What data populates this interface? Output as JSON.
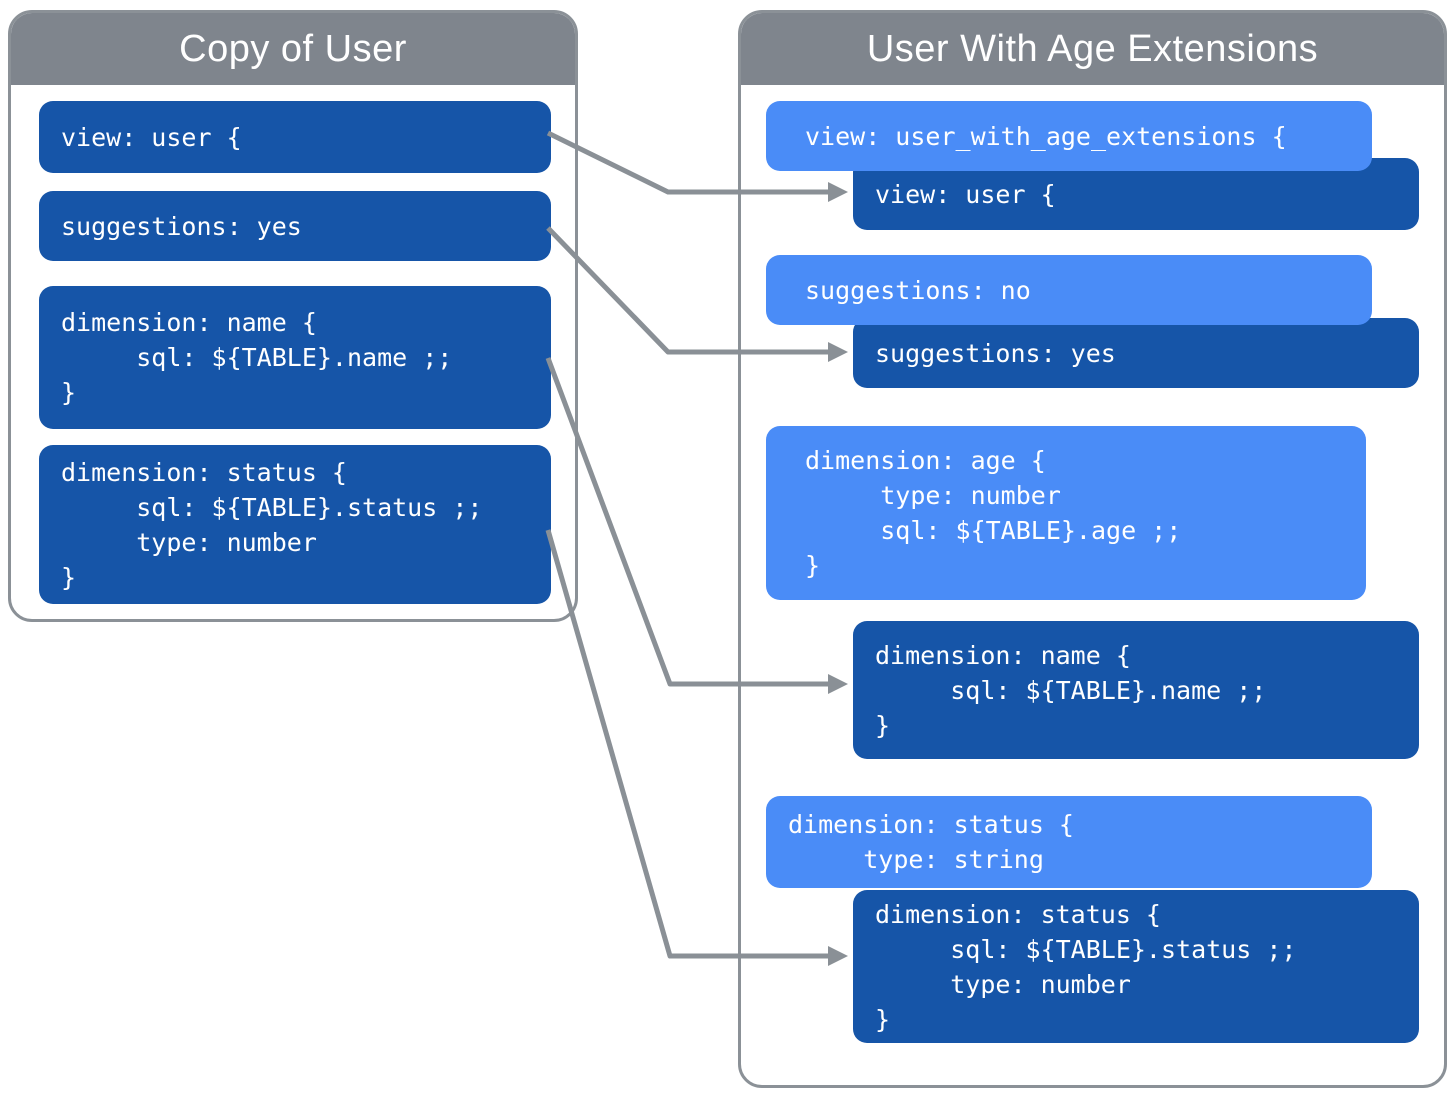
{
  "left_panel": {
    "title": "Copy of User",
    "blocks": {
      "view": "view: user {",
      "suggestions": "suggestions: yes",
      "dimension_name": "dimension: name {\n     sql: ${TABLE}.name ;;\n}",
      "dimension_status": "dimension: status {\n     sql: ${TABLE}.status ;;\n     type: number\n}"
    }
  },
  "right_panel": {
    "title": "User With Age Extensions",
    "blocks": {
      "view_extended": "view: user_with_age_extensions {",
      "view_inherited": "view: user {",
      "suggestions_override": "suggestions: no",
      "suggestions_inherited": "suggestions: yes",
      "dimension_age": "dimension: age {\n     type: number\n     sql: ${TABLE}.age ;;\n}",
      "dimension_name_inherited": "dimension: name {\n     sql: ${TABLE}.name ;;\n}",
      "dimension_status_override": "dimension: status {\n     type: string",
      "dimension_status_inherited": "dimension: status {\n     sql: ${TABLE}.status ;;\n     type: number\n}"
    }
  },
  "connectors": [
    {
      "from": "view",
      "to": "view_inherited"
    },
    {
      "from": "suggestions",
      "to": "suggestions_inherited"
    },
    {
      "from": "dimension_name",
      "to": "dimension_name_inherited"
    },
    {
      "from": "dimension_status",
      "to": "dimension_status_inherited"
    }
  ],
  "colors": {
    "dark_block": "#1655A8",
    "light_block": "#4A8CF7",
    "header_gray": "#7F858D",
    "border_gray": "#8B9197",
    "arrow_gray": "#8A9096",
    "code_text": "#FFFFFF"
  }
}
